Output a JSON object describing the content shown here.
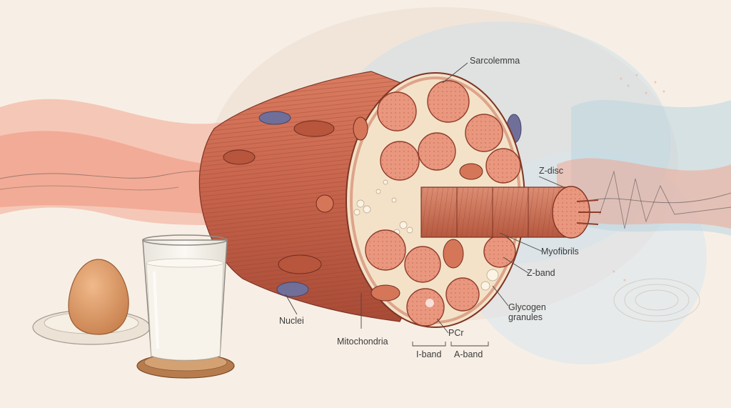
{
  "diagram": {
    "labels": {
      "sarcolemma": "Sarcolemma",
      "z_disc": "Z-disc",
      "myofibrils": "Myofibrils",
      "z_band": "Z-band",
      "glycogen_line1": "Glycogen",
      "glycogen_line2": "granules",
      "nuclei": "Nuclei",
      "mitochondria": "Mitochondria",
      "pcr": "PCr",
      "i_band": "I-band",
      "a_band": "A-band"
    },
    "colors": {
      "background": "#f7efe6",
      "muscle": "#c8654d",
      "muscle_dark": "#9c4532",
      "myofibril": "#e9977f",
      "cytoplasm": "#f3e2c8",
      "nucleus": "#6f6f9a",
      "wave_coral": "#f08b72",
      "wave_blue": "#b9d6e2",
      "milk": "#f7f3ea",
      "egg": "#dc9a68"
    }
  }
}
